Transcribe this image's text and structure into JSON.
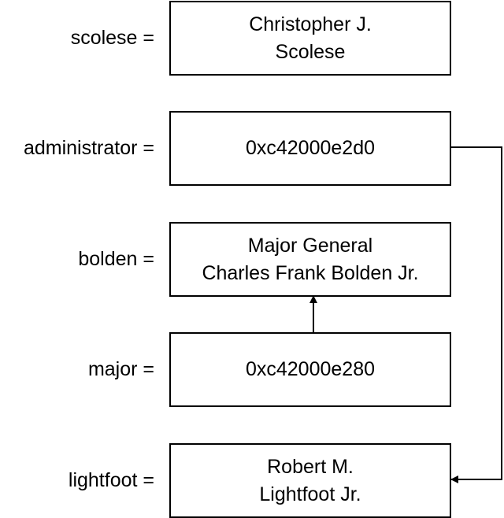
{
  "variables": [
    {
      "label": "scolese =",
      "lines": [
        "Christopher J.",
        "Scolese"
      ]
    },
    {
      "label": "administrator =",
      "lines": [
        "0xc42000e2d0"
      ]
    },
    {
      "label": "bolden =",
      "lines": [
        "Major General",
        "Charles Frank Bolden Jr."
      ]
    },
    {
      "label": "major =",
      "lines": [
        "0xc42000e280"
      ]
    },
    {
      "label": "lightfoot =",
      "lines": [
        "Robert M.",
        "Lightfoot Jr."
      ]
    }
  ],
  "pointers": [
    {
      "from": "administrator",
      "to": "lightfoot"
    },
    {
      "from": "major",
      "to": "bolden"
    }
  ]
}
